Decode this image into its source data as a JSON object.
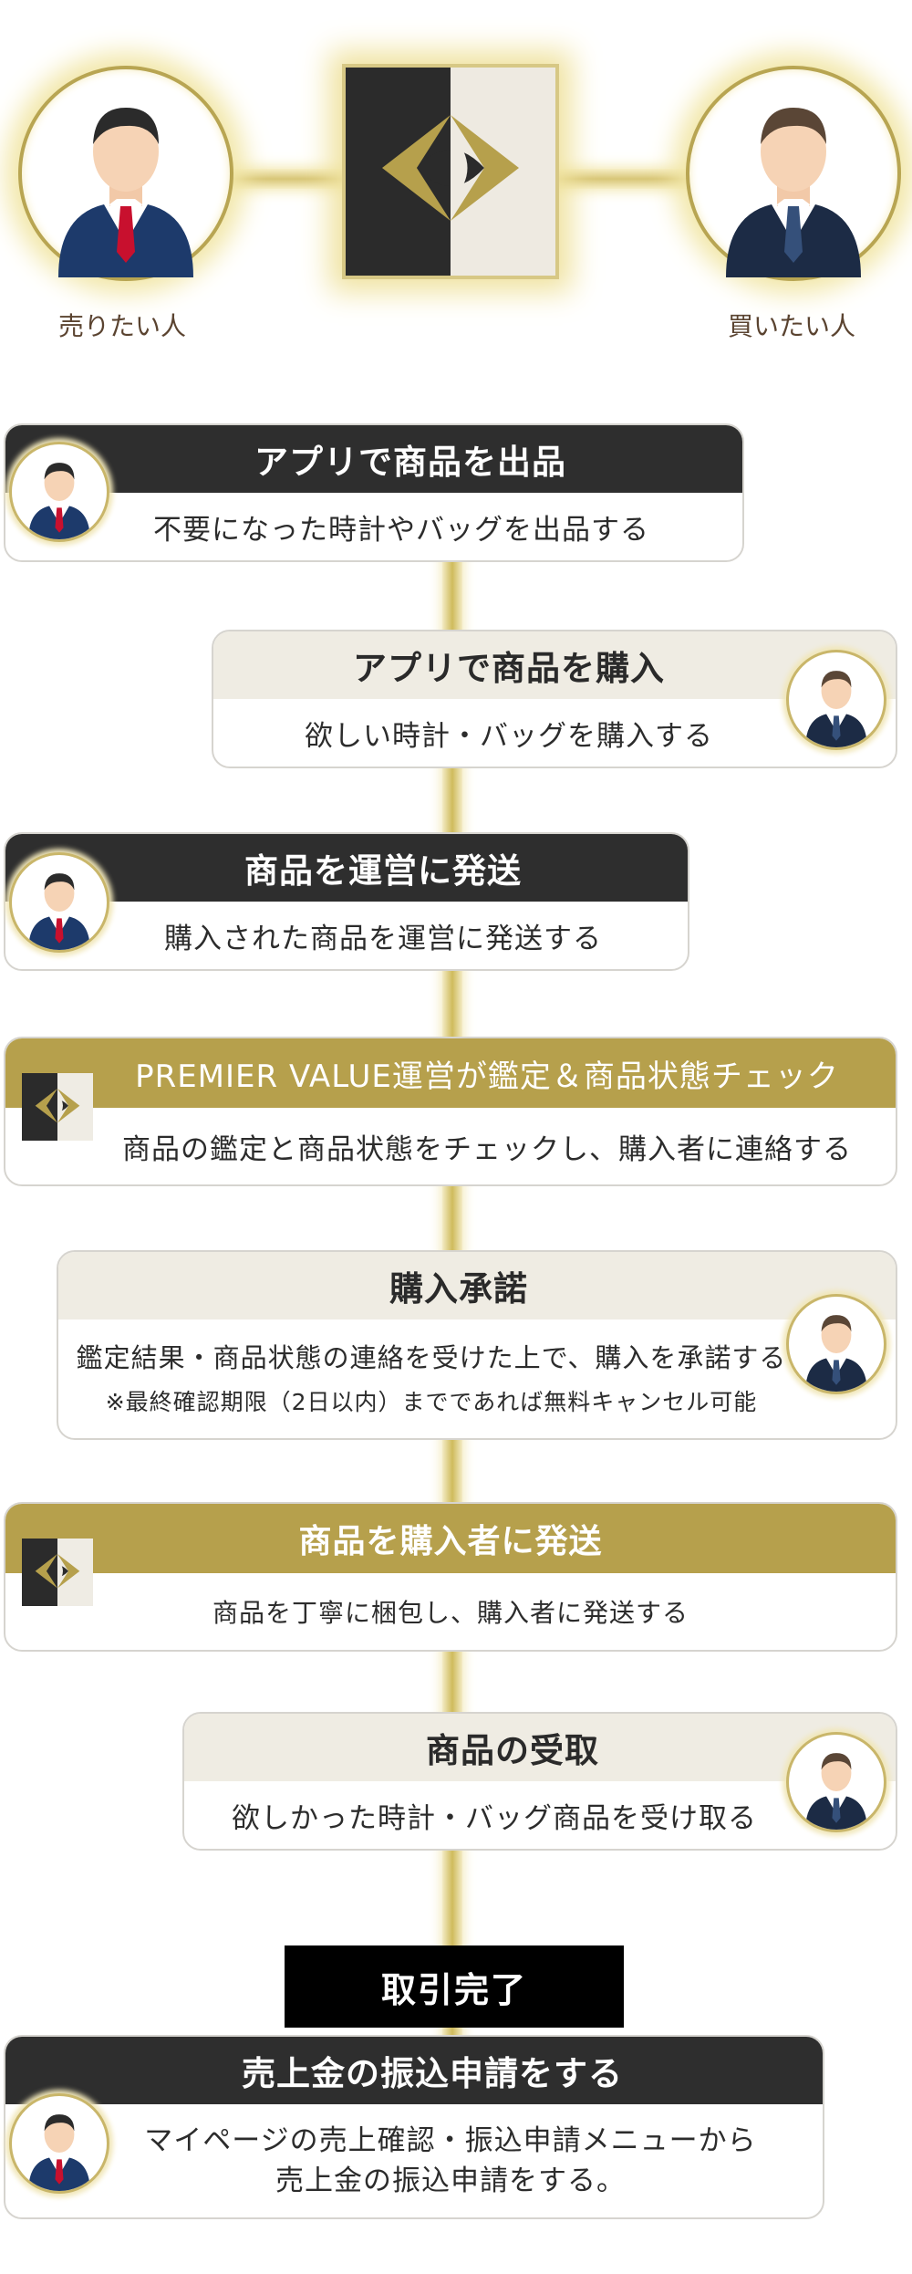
{
  "hero": {
    "seller_label": "売りたい人",
    "buyer_label": "買いたい人"
  },
  "colors": {
    "gold": "#b6a04c",
    "dark": "#2e2e2e",
    "light": "#efece3"
  },
  "steps": [
    {
      "title": "アプリで商品を出品",
      "desc": "不要になった時計やバッグを出品する",
      "actor": "seller"
    },
    {
      "title": "アプリで商品を購入",
      "desc": "欲しい時計・バッグを購入する",
      "actor": "buyer"
    },
    {
      "title": "商品を運営に発送",
      "desc": "購入された商品を運営に発送する",
      "actor": "seller"
    },
    {
      "title": "PREMIER VALUE運営が鑑定＆商品状態チェック",
      "desc": "商品の鑑定と商品状態をチェックし、購入者に連絡する",
      "actor": "operator"
    },
    {
      "title": "購入承諾",
      "desc": "鑑定結果・商品状態の連絡を受けた上で、購入を承諾する",
      "note": "※最終確認期限（2日以内）までであれば無料キャンセル可能",
      "actor": "buyer"
    },
    {
      "title": "商品を購入者に発送",
      "desc": "商品を丁寧に梱包し、購入者に発送する",
      "actor": "operator"
    },
    {
      "title": "商品の受取",
      "desc": "欲しかった時計・バッグ商品を受け取る",
      "actor": "buyer"
    },
    {
      "title": "売上金の振込申請をする",
      "desc": "マイページの売上確認・振込申請メニューから",
      "desc2": "売上金の振込申請をする。",
      "actor": "seller"
    }
  ],
  "completion_label": "取引完了"
}
